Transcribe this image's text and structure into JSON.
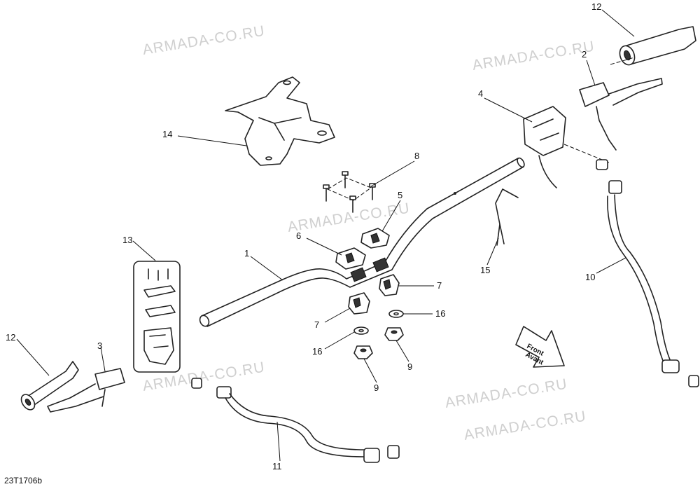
{
  "watermarks": [
    "ARMADA-CO.RU",
    "ARMADA-CO.RU",
    "ARMADA-CO.RU",
    "ARMADA-CO.RU",
    "ARMADA-CO.RU",
    "ARMADA-CO.RU"
  ],
  "callouts": [
    "12",
    "2",
    "4",
    "14",
    "8",
    "5",
    "6",
    "1",
    "13",
    "7",
    "16",
    "7",
    "16",
    "9",
    "9",
    "15",
    "10",
    "12",
    "3",
    "11"
  ],
  "direction_arrow": {
    "line1": "Front",
    "line2": "Avant"
  },
  "figure_code": "23T1706b"
}
